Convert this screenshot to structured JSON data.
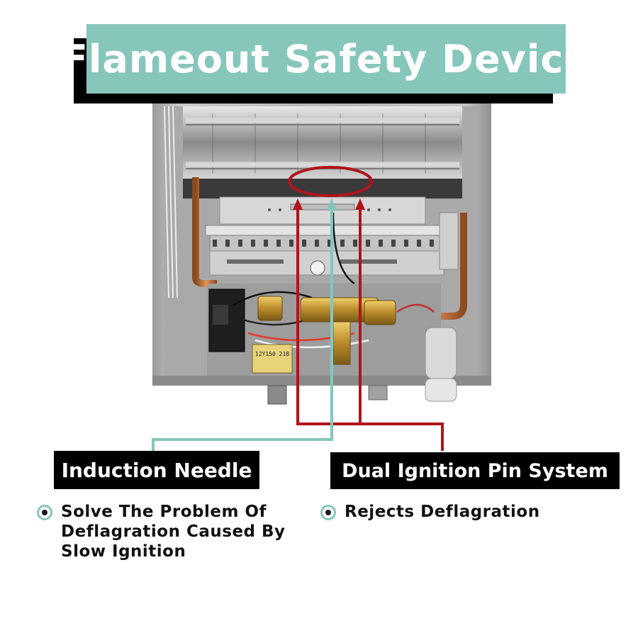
{
  "title": "Flameout Safety Device",
  "colors": {
    "accent": "#86c6bb",
    "red_line": "#b0141b",
    "label_bg": "#000000"
  },
  "labels": {
    "left": {
      "heading": "Induction Needle",
      "bullet": "Solve The Problem Of Deflagration Caused By Slow Ignition"
    },
    "right": {
      "heading": "Dual Ignition Pin System",
      "bullet": "Rejects Deflagration"
    }
  },
  "icons": [
    "radio-bullet-icon"
  ],
  "device_stamp": "12Y150 21B"
}
